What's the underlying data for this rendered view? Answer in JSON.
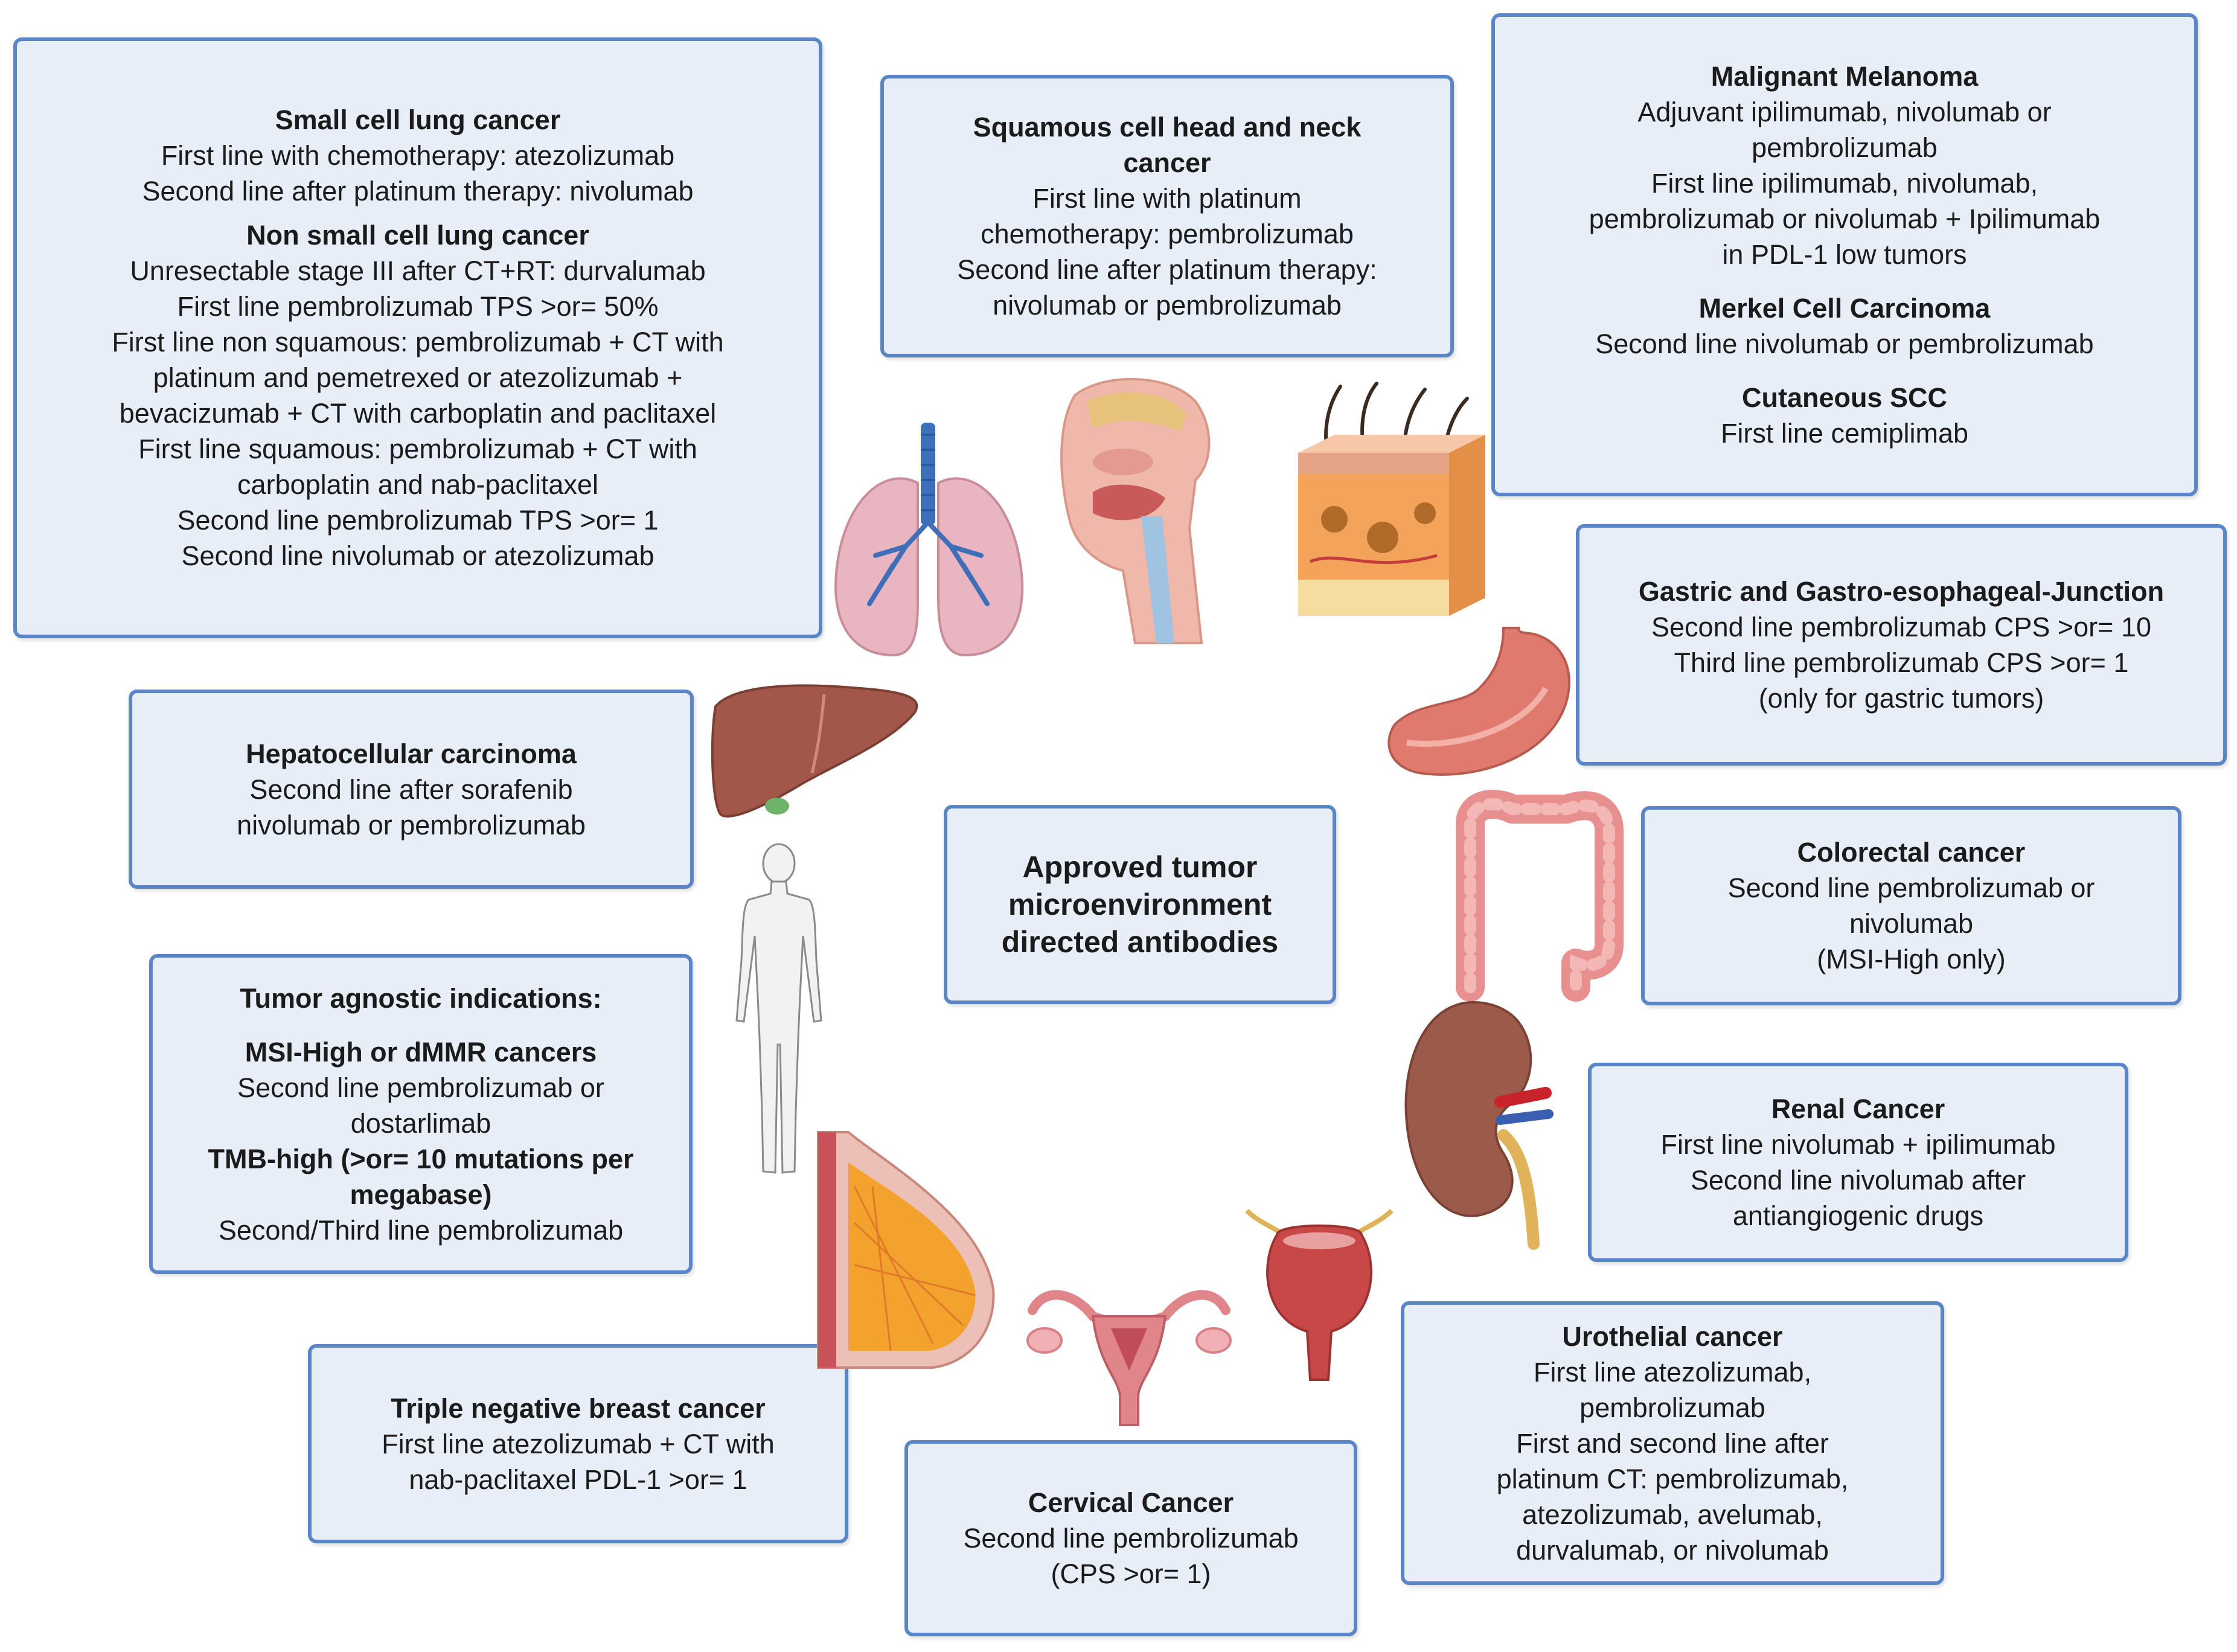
{
  "center": {
    "title_lines": [
      "Approved tumor",
      "microenvironment",
      "directed antibodies"
    ]
  },
  "boxes": {
    "lung": {
      "sclc_title": "Small cell lung cancer",
      "sclc_lines": [
        "First line with chemotherapy: atezolizumab",
        "Second line after platinum therapy: nivolumab"
      ],
      "nsclc_title": "Non small cell lung cancer",
      "nsclc_lines": [
        "Unresectable stage III after CT+RT: durvalumab",
        "First line pembrolizumab TPS >or= 50%",
        "First line non squamous: pembrolizumab + CT with",
        "platinum and pemetrexed or atezolizumab +",
        "bevacizumab + CT with carboplatin and paclitaxel",
        "First line squamous: pembrolizumab + CT with",
        "carboplatin and nab-paclitaxel",
        "Second line pembrolizumab TPS >or= 1",
        "Second line nivolumab or atezolizumab"
      ]
    },
    "head_neck": {
      "title_lines": [
        "Squamous cell head and neck",
        "cancer"
      ],
      "lines": [
        "First line with platinum",
        "chemotherapy: pembrolizumab",
        "Second line after platinum therapy:",
        "nivolumab or pembrolizumab"
      ]
    },
    "skin": {
      "melanoma_title": "Malignant Melanoma",
      "melanoma_lines": [
        "Adjuvant ipilimumab, nivolumab or",
        "pembrolizumab",
        "First line ipilimumab, nivolumab,",
        "pembrolizumab or nivolumab + Ipilimumab",
        "in PDL-1 low tumors"
      ],
      "merkel_title": "Merkel Cell Carcinoma",
      "merkel_lines": [
        "Second line nivolumab or pembrolizumab"
      ],
      "cscc_title": "Cutaneous SCC",
      "cscc_lines": [
        "First line cemiplimab"
      ]
    },
    "gastric": {
      "title": "Gastric and Gastro-esophageal-Junction",
      "lines": [
        "Second line pembrolizumab CPS >or= 10",
        "Third line pembrolizumab CPS >or= 1",
        "(only for gastric tumors)"
      ]
    },
    "colorectal": {
      "title": "Colorectal cancer",
      "lines": [
        "Second line pembrolizumab or",
        "nivolumab",
        "(MSI-High only)"
      ]
    },
    "renal": {
      "title": "Renal Cancer",
      "lines": [
        "First line nivolumab + ipilimumab",
        "Second line nivolumab after",
        "antiangiogenic drugs"
      ]
    },
    "urothelial": {
      "title": "Urothelial cancer",
      "lines": [
        "First line atezolizumab,",
        "pembrolizumab",
        "First and second line after",
        "platinum CT: pembrolizumab,",
        "atezolizumab, avelumab,",
        "durvalumab, or nivolumab"
      ]
    },
    "cervical": {
      "title": "Cervical Cancer",
      "lines": [
        "Second line pembrolizumab",
        "(CPS >or= 1)"
      ]
    },
    "breast": {
      "title": "Triple negative breast cancer",
      "lines": [
        "First line atezolizumab + CT with",
        "nab-paclitaxel PDL-1 >or= 1"
      ]
    },
    "agnostic": {
      "title": "Tumor agnostic indications:",
      "msi_title": "MSI-High or dMMR cancers",
      "msi_lines": [
        "Second line pembrolizumab or",
        "dostarlimab"
      ],
      "tmb_title_lines": [
        "TMB-high (>or= 10 mutations per",
        "megabase)"
      ],
      "tmb_lines": [
        "Second/Third line pembrolizumab"
      ]
    },
    "liver": {
      "title": "Hepatocellular carcinoma",
      "lines": [
        "Second line after sorafenib",
        "nivolumab or pembrolizumab"
      ]
    }
  },
  "icons": [
    "lungs-icon",
    "head-neck-icon",
    "skin-icon",
    "stomach-icon",
    "colon-icon",
    "kidney-icon",
    "bladder-icon",
    "uterus-icon",
    "breast-icon",
    "human-body-icon",
    "liver-icon"
  ],
  "colors": {
    "box_fill": "#e8eef8",
    "box_border": "#5a86c8"
  }
}
